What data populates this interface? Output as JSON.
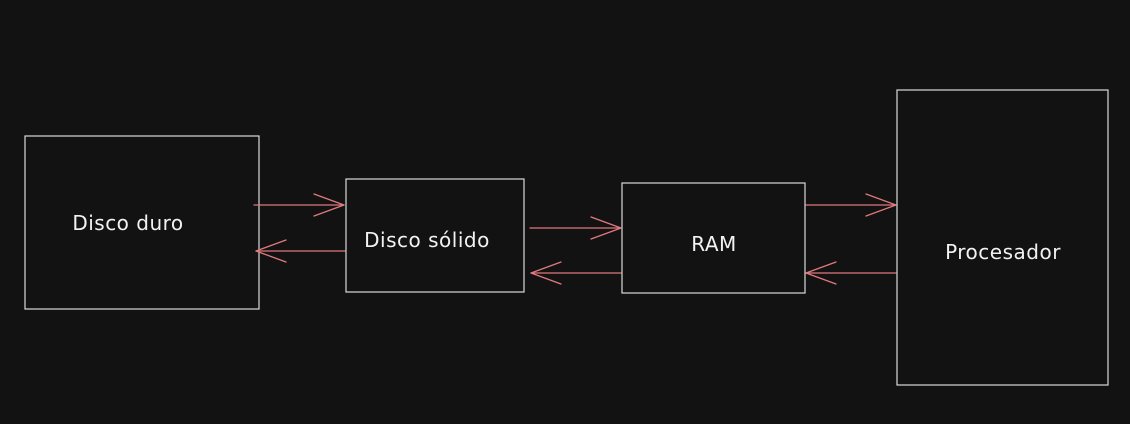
{
  "canvas": {
    "background": "#121212"
  },
  "diagram": {
    "nodes": [
      {
        "id": "disco-duro",
        "label": "Disco duro"
      },
      {
        "id": "disco-solido",
        "label": "Disco sólido"
      },
      {
        "id": "ram",
        "label": "RAM"
      },
      {
        "id": "procesador",
        "label": "Procesador"
      }
    ],
    "edges": [
      {
        "from": "disco-duro",
        "to": "disco-solido"
      },
      {
        "from": "disco-solido",
        "to": "disco-duro"
      },
      {
        "from": "disco-solido",
        "to": "ram"
      },
      {
        "from": "ram",
        "to": "disco-solido"
      },
      {
        "from": "ram",
        "to": "procesador"
      },
      {
        "from": "procesador",
        "to": "ram"
      }
    ],
    "colors": {
      "box_stroke": "#d9d9d9",
      "arrow": "#e07a7e",
      "text": "#f2f2f2"
    }
  }
}
